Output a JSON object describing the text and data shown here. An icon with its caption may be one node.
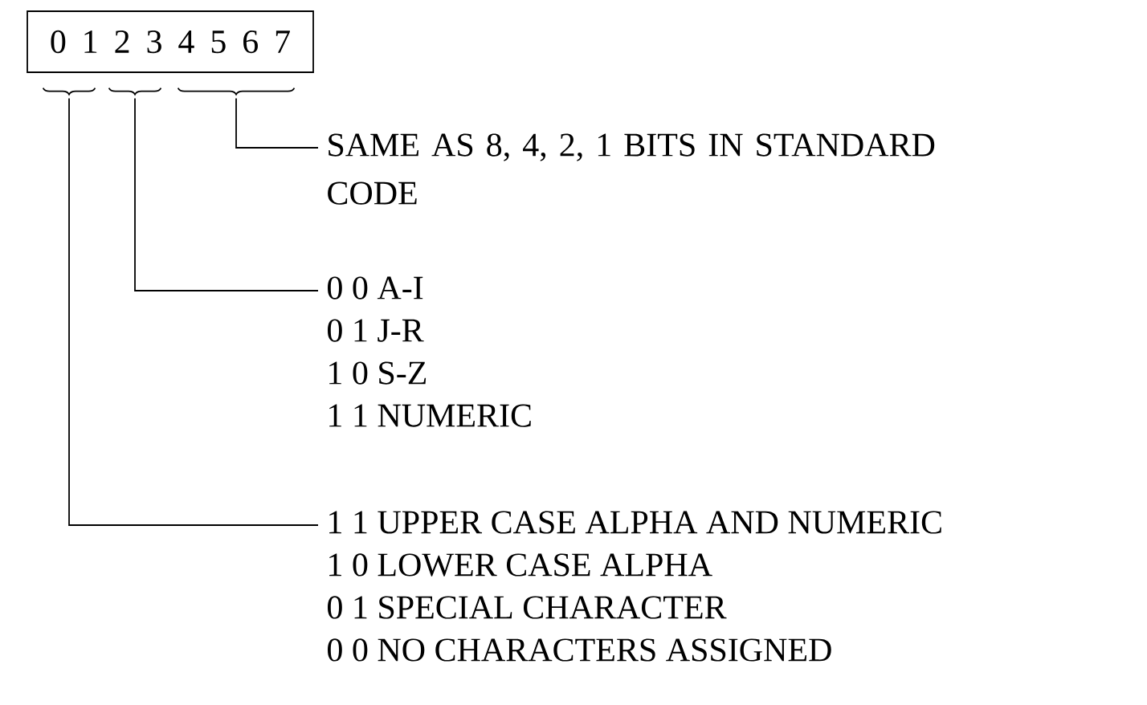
{
  "diagram": {
    "nodes": [
      {
        "text": [
          "0 1 2 3 4 5 6 7"
        ]
      },
      {
        "text": [],
        "shape": "brace"
      },
      {
        "text": [],
        "shape": "brace"
      },
      {
        "text": [],
        "shape": "brace"
      },
      {
        "text": [
          "SAME AS 8, 4, 2, 1 BITS IN STANDARD CODE"
        ]
      },
      {
        "text": [
          "0 0 A-I",
          "0 1 J-R",
          "1 0 S-Z",
          "1 1 NUMERIC"
        ]
      },
      {
        "text": [
          "1 1 UPPER CASE ALPHA AND NUMERIC",
          "1 0 LOWER CASE ALPHA",
          "0 1 SPECIAL CHARACTER",
          "0 0 NO CHARACTERS ASSIGNED"
        ]
      }
    ],
    "edges": [
      {
        "from": 4,
        "to": 3,
        "arrow": "none"
      },
      {
        "from": 5,
        "to": 2,
        "arrow": "none"
      },
      {
        "from": 6,
        "to": 1,
        "arrow": "none"
      }
    ]
  }
}
